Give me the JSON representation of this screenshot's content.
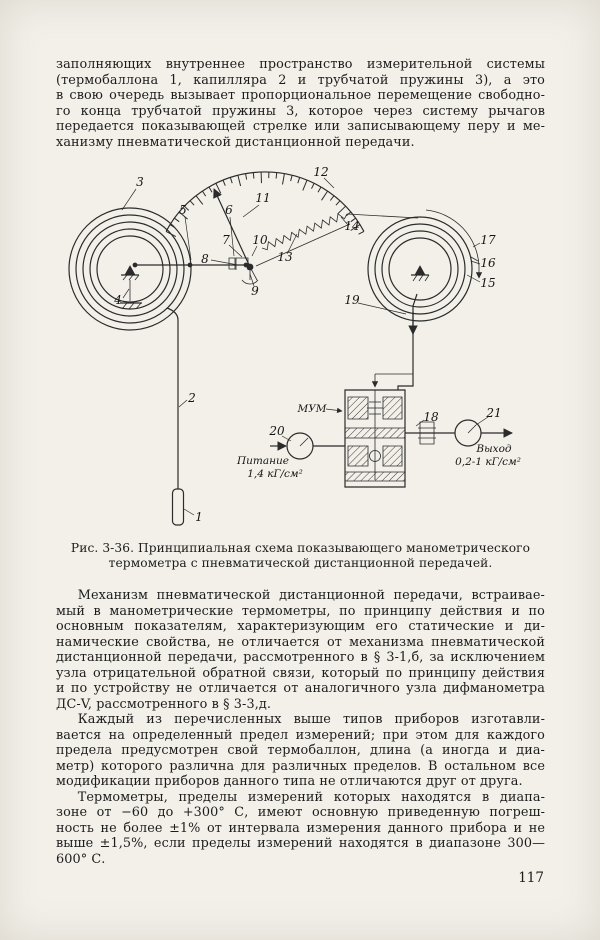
{
  "page": {
    "number": "117",
    "top_paragraph": {
      "lines": [
        "заполняющих внутреннее пространство измерительной системы",
        "(термобаллона 1, капилляра 2 и трубчатой пружины 3), а это",
        "в свою очередь вызывает пропорциональное перемещение свободно-",
        "го конца трубчатой пружины 3, которое через систему рычагов",
        "передается показывающей стрелке или записывающему перу и ме-",
        "ханизму пневматической дистанционной передачи."
      ]
    },
    "figure": {
      "caption": {
        "lines": [
          "Рис. 3-36. Принципиальная схема показывающего манометрического",
          "термометра с пневматической дистанционной передачей."
        ]
      },
      "part_labels": [
        "1",
        "2",
        "3",
        "4",
        "5",
        "6",
        "7",
        "8",
        "9",
        "10",
        "11",
        "12",
        "13",
        "14",
        "15",
        "16",
        "17",
        "18",
        "19",
        "20",
        "21"
      ],
      "block_label": "МУМ",
      "supply": {
        "label": "Питание",
        "value": "1,4 кГ/см²"
      },
      "output": {
        "label": "Выход",
        "value": "0,2-1 кГ/см²"
      }
    },
    "body_paragraphs": [
      {
        "lines": [
          "Механизм пневматической дистанционной передачи, встраивае-",
          "мый в манометрические термометры, по принципу действия и по",
          "основным показателям, характеризующим его статические и ди-",
          "намические свойства, не отличается от механизма пневматической",
          "дистанционной передачи, рассмотренного в § 3-1,б, за исключением",
          "узла отрицательной обратной связи, который по принципу действия",
          "и по устройству не отличается от аналогичного узла дифманометра",
          "ДС-V, рассмотренного в § 3-3,д."
        ]
      },
      {
        "lines": [
          "Каждый из перечисленных выше типов приборов изготавли-",
          "вается на определенный предел измерений; при этом для каждого",
          "предела предусмотрен свой термобаллон, длина (а иногда и диа-",
          "метр) которого различна для различных пределов. В остальном все",
          "модификации приборов данного типа не отличаются друг от друга."
        ]
      },
      {
        "lines": [
          "Термометры, пределы измерений которых находятся в диапа-",
          "зоне от −60 до +300° С, имеют основную приведенную погреш-",
          "ность не более ±1% от интервала измерения данного прибора и не",
          "выше ±1,5%, если пределы измерений находятся в диапазоне 300—",
          "600° С."
        ]
      }
    ]
  }
}
